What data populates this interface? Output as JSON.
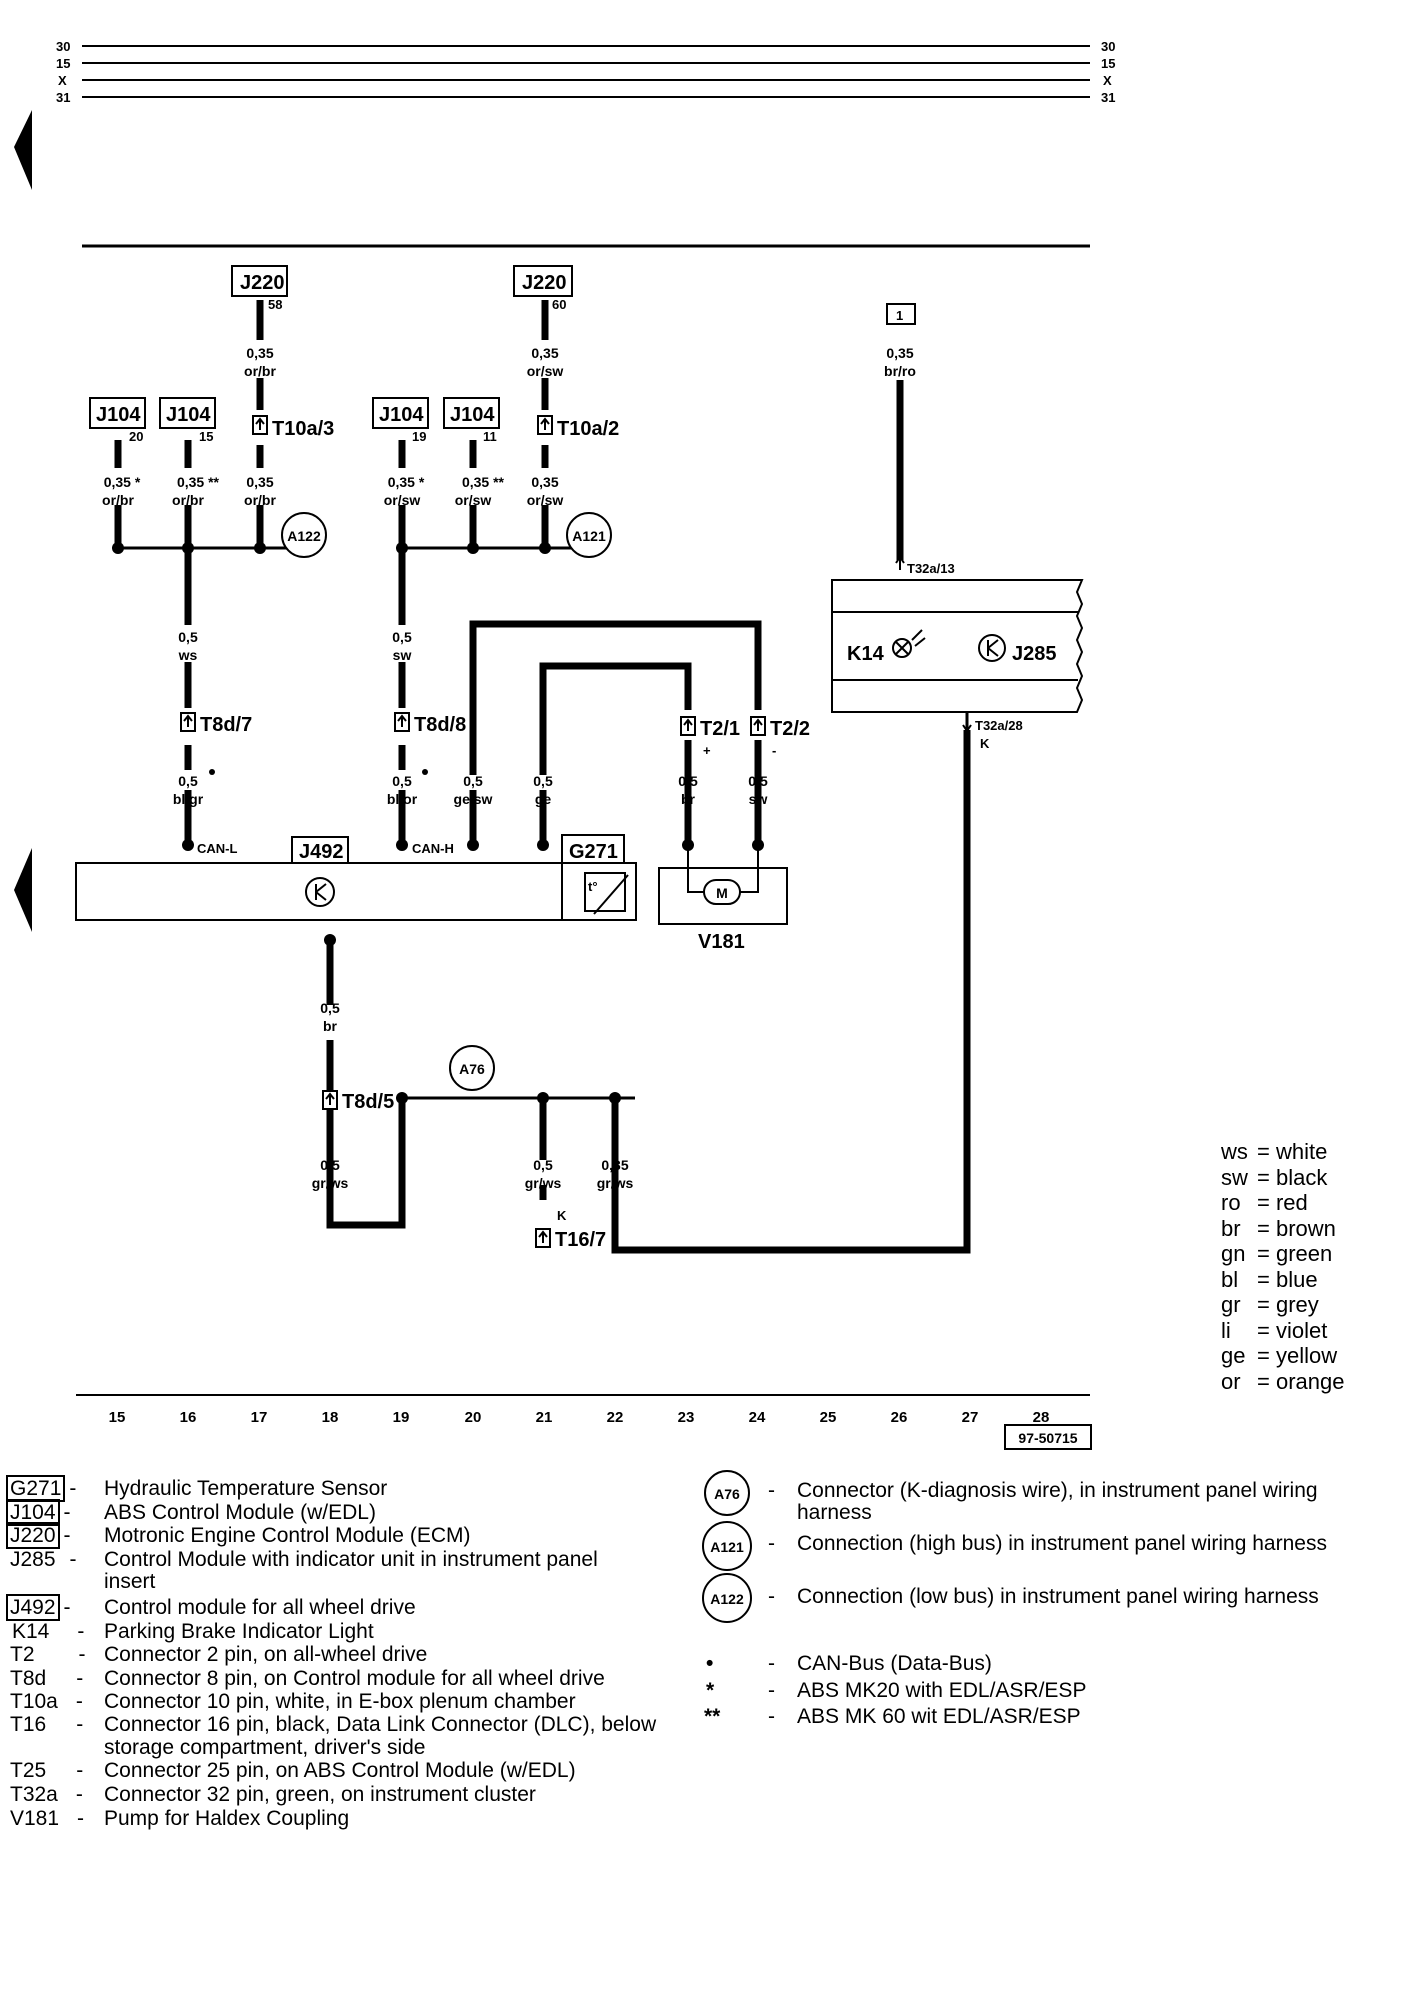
{
  "bus_lines": [
    {
      "left": "30",
      "right": "30"
    },
    {
      "left": "15",
      "right": "15"
    },
    {
      "left": "X",
      "right": "X"
    },
    {
      "left": "31",
      "right": "31"
    }
  ],
  "components": {
    "j220_a": {
      "code": "J220",
      "pin": "58"
    },
    "j220_b": {
      "code": "J220",
      "pin": "60"
    },
    "j104_a": {
      "code": "J104",
      "pin": "20"
    },
    "j104_b": {
      "code": "J104",
      "pin": "15"
    },
    "j104_c": {
      "code": "J104",
      "pin": "19"
    },
    "j104_d": {
      "code": "J104",
      "pin": "11"
    },
    "one": {
      "code": "1"
    },
    "j492": {
      "code": "J492"
    },
    "g271": {
      "code": "G271"
    },
    "v181": {
      "code": "V181"
    },
    "k14": {
      "code": "K14"
    },
    "j285": {
      "code": "J285"
    }
  },
  "wire_labels": {
    "w1": {
      "size": "0,35",
      "color": "or/br"
    },
    "w2": {
      "size": "0,35",
      "color": "or/sw"
    },
    "w3": {
      "size": "0,35",
      "color": "br/ro"
    },
    "w4": {
      "size": "0,35 *",
      "color": "or/br"
    },
    "w5": {
      "size": "0,35 **",
      "color": "or/br"
    },
    "w6": {
      "size": "0,35",
      "color": "or/br"
    },
    "w7": {
      "size": "0,35 *",
      "color": "or/sw"
    },
    "w8": {
      "size": "0,35 **",
      "color": "or/sw"
    },
    "w9": {
      "size": "0,35",
      "color": "or/sw"
    },
    "w10": {
      "size": "0,5",
      "color": "ws"
    },
    "w11": {
      "size": "0,5",
      "color": "sw"
    },
    "w12": {
      "size": "0,5",
      "color": "bl/gr"
    },
    "w13": {
      "size": "0,5",
      "color": "bl/or"
    },
    "w14": {
      "size": "0,5",
      "color": "ge/sw"
    },
    "w15": {
      "size": "0,5",
      "color": "ge"
    },
    "w16": {
      "size": "0,5",
      "color": "br"
    },
    "w17": {
      "size": "0,5",
      "color": "sw"
    },
    "w18": {
      "size": "0,5",
      "color": "br"
    },
    "w19": {
      "size": "0,5",
      "color": "gr/ws"
    },
    "w20": {
      "size": "0,5",
      "color": "gr/ws"
    },
    "w21": {
      "size": "0,35",
      "color": "gr/ws"
    }
  },
  "connectors": {
    "t10a3": "T10a/3",
    "t10a2": "T10a/2",
    "t8d7": "T8d/7",
    "t8d8": "T8d/8",
    "t21": "T2/1",
    "t22": "T2/2",
    "t8d5": "T8d/5",
    "t167": "T16/7",
    "t32a13": "T32a/13",
    "t32a28": "T32a/28",
    "k_mark_a": "K",
    "k_mark_b": "K",
    "plus": "+",
    "minus": "-"
  },
  "connections": {
    "a122": "A122",
    "a121": "A121",
    "a76": "A76"
  },
  "can_labels": {
    "can_l": "CAN-L",
    "can_h": "CAN-H"
  },
  "motor_symbol": "M",
  "temp_symbol": "t°",
  "column_numbers": [
    "15",
    "16",
    "17",
    "18",
    "19",
    "20",
    "21",
    "22",
    "23",
    "24",
    "25",
    "26",
    "27",
    "28"
  ],
  "drawing_number": "97-50715",
  "color_key": [
    {
      "abbr": "ws",
      "name": "= white"
    },
    {
      "abbr": "sw",
      "name": "= black"
    },
    {
      "abbr": "ro",
      "name": "= red"
    },
    {
      "abbr": "br",
      "name": "= brown"
    },
    {
      "abbr": "gn",
      "name": "= green"
    },
    {
      "abbr": "bl",
      "name": "= blue"
    },
    {
      "abbr": "gr",
      "name": "= grey"
    },
    {
      "abbr": "li",
      "name": "= violet"
    },
    {
      "abbr": "ge",
      "name": "= yellow"
    },
    {
      "abbr": "or",
      "name": "= orange"
    }
  ],
  "legend_left": [
    {
      "code": "G271",
      "dash": "-",
      "text": "Hydraulic Temperature Sensor"
    },
    {
      "code": "J104",
      "dash": "-",
      "text": "ABS Control Module (w/EDL)"
    },
    {
      "code": "J220",
      "dash": "-",
      "text": "Motronic Engine Control Module (ECM)"
    },
    {
      "code": "J285",
      "dash": "-",
      "text": "Control Module with indicator unit in instrument panel",
      "text2": "insert"
    },
    {
      "code": "J492",
      "dash": "-",
      "text": "Control module for all wheel drive"
    },
    {
      "code": "K14",
      "dash": "-",
      "text": "Parking Brake Indicator Light"
    },
    {
      "code": "T2",
      "dash": "-",
      "text": "Connector 2 pin, on all-wheel drive"
    },
    {
      "code": "T8d",
      "dash": "-",
      "text": "Connector 8 pin, on Control module for all wheel drive"
    },
    {
      "code": "T10a",
      "dash": "-",
      "text": "Connector 10 pin, white, in E-box plenum chamber"
    },
    {
      "code": "T16",
      "dash": "-",
      "text": "Connector 16 pin, black, Data Link Connector (DLC), below",
      "text2": "storage compartment, driver's side"
    },
    {
      "code": "T25",
      "dash": "-",
      "text": "Connector 25 pin, on ABS Control Module (w/EDL)"
    },
    {
      "code": "T32a",
      "dash": "-",
      "text": "Connector 32 pin, green, on instrument cluster"
    },
    {
      "code": "V181",
      "dash": "-",
      "text": "Pump for Haldex Coupling"
    }
  ],
  "legend_right": [
    {
      "code": "A76",
      "dash": "-",
      "text": "Connector (K-diagnosis wire), in instrument panel wiring",
      "text2": "harness"
    },
    {
      "code": "A121",
      "dash": "-",
      "text": "Connection (high bus) in instrument panel wiring harness"
    },
    {
      "code": "A122",
      "dash": "-",
      "text": "Connection (low bus) in instrument panel wiring harness"
    },
    {
      "code": "•",
      "dash": "-",
      "text": "CAN-Bus (Data-Bus)"
    },
    {
      "code": "*",
      "dash": "-",
      "text": "ABS MK20 with EDL/ASR/ESP"
    },
    {
      "code": "**",
      "dash": "-",
      "text": "ABS MK 60 wit EDL/ASR/ESP"
    }
  ]
}
